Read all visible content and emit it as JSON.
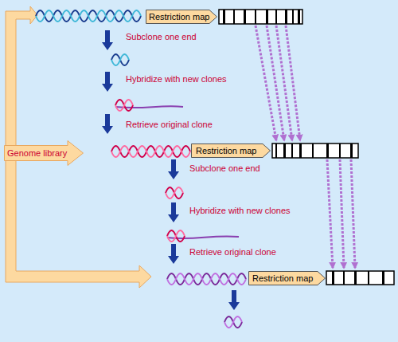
{
  "diagram": {
    "nodes": [
      {
        "text": [
          "Restriction map"
        ]
      },
      {
        "text": [
          "Genome library"
        ]
      },
      {
        "text": [
          "Restriction map"
        ]
      },
      {
        "text": [
          "Restriction map"
        ]
      }
    ],
    "labels": [
      "Subclone one end",
      "Hybridize with new clones",
      "Retrieve original clone",
      "Subclone one end",
      "Hybridize with new clones",
      "Retrieve original clone"
    ]
  }
}
